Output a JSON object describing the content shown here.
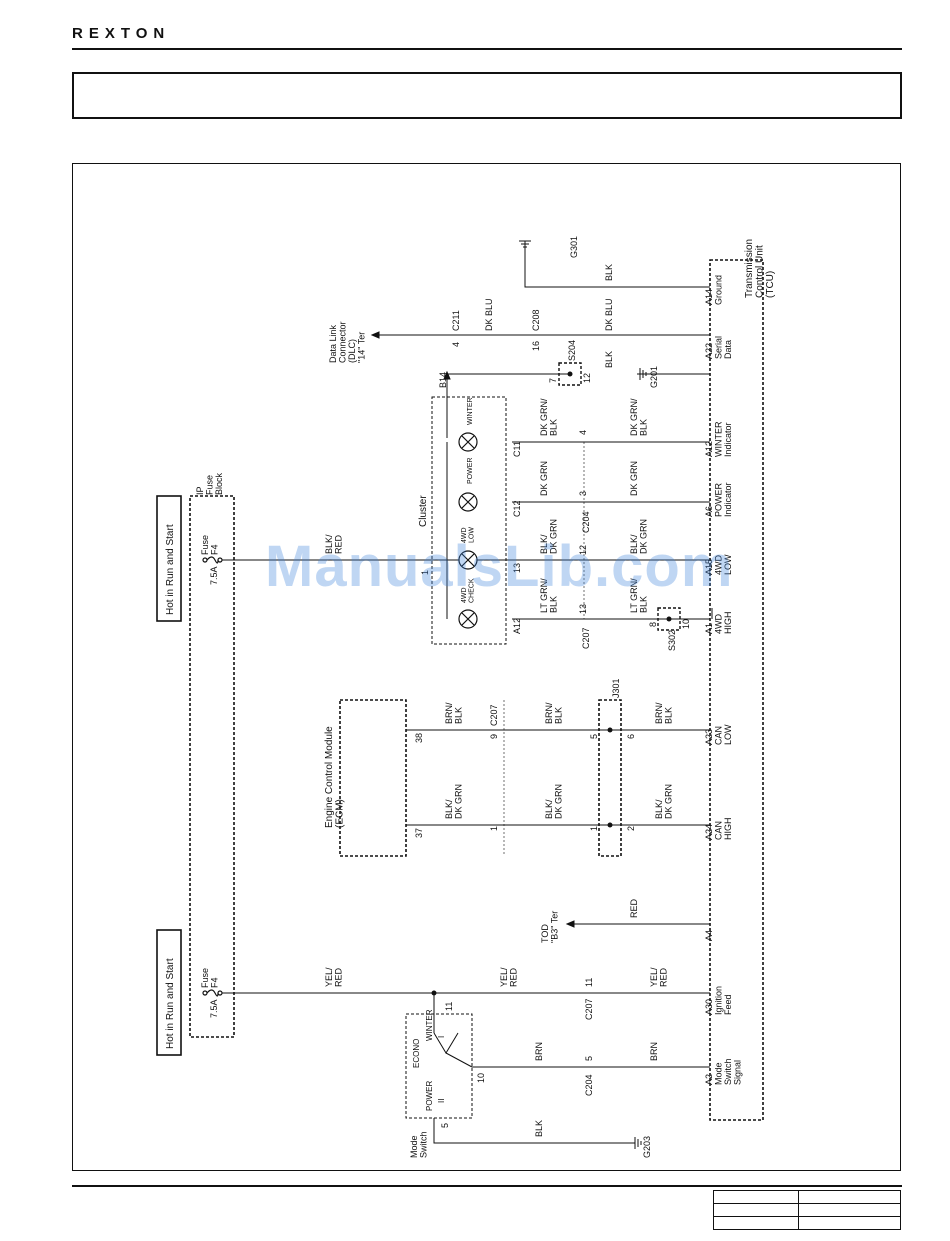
{
  "header": {
    "logo_text": "REXTON"
  },
  "watermark": "ManualsLib.com",
  "texts": {
    "tcu": [
      "Transmission",
      "Control Unit",
      "(TCU)"
    ],
    "ecm": [
      "Engine Control Module",
      "(ECM)"
    ],
    "cluster": "Cluster",
    "dlc": [
      "Data Link",
      "Connector",
      "(DLC)",
      "\"14\" Ter"
    ],
    "tod": [
      "TOD",
      "\"B3\" Ter"
    ],
    "ipfuse": [
      "IP",
      "Fuse",
      "Block"
    ],
    "hot1": "Hot in Run and Start",
    "hot2": "Hot in Run and Start",
    "fuse1": [
      "Fuse",
      "F4"
    ],
    "fuse2": [
      "Fuse",
      "F4"
    ],
    "amp1": "7.5A",
    "amp2": "7.5A",
    "modesw": [
      "Mode",
      "Switch"
    ],
    "lamp_winter": "WINTER",
    "lamp_power": "POWER",
    "lamp_4wdlow": [
      "4WD",
      "LOW"
    ],
    "lamp_4wdcheck": [
      "4WD",
      "CHECK"
    ],
    "sw_econo": "ECONO",
    "sw_winter": "WINTER",
    "sw_power": "POWER",
    "sw_i": "I",
    "sw_ii": "II",
    "wires": {
      "blk": "BLK",
      "dkblu": "DK BLU",
      "dkgrnblk": [
        "DK GRN/",
        "BLK"
      ],
      "dkgrn": "DK GRN",
      "ltgrnblk": [
        "LT GRN/",
        "BLK"
      ],
      "blkdkgrn": [
        "BLK/",
        "DK GRN"
      ],
      "brnblk": [
        "BRN/",
        "BLK"
      ],
      "blkred": [
        "BLK/",
        "RED"
      ],
      "yelred": [
        "YEL/",
        "RED"
      ],
      "red": "RED",
      "brn": "BRN"
    },
    "pins": {
      "a14": [
        "A14",
        "Ground"
      ],
      "a22": [
        "A22",
        "Serial",
        "Data"
      ],
      "a12": [
        "A12",
        "WINTER",
        "Indicator"
      ],
      "a6": [
        "A6",
        "POWER",
        "Indicator"
      ],
      "a15": [
        "A15",
        "4WD",
        "LOW"
      ],
      "a1": [
        "A1",
        "4WD",
        "HIGH"
      ],
      "a23": [
        "A23",
        "CAN",
        "LOW"
      ],
      "a24": [
        "A24",
        "CAN",
        "HIGH"
      ],
      "a4": "A4",
      "a30": [
        "A30",
        "Ignition",
        "Feed"
      ],
      "a2": [
        "A2",
        "Mode",
        "Switch",
        "Signal"
      ]
    },
    "conn": {
      "g301": "G301",
      "g201": "G201",
      "g203": "G203",
      "c211": "C211",
      "c208": "C208",
      "s204": "S204",
      "c207": "C207",
      "c204": "C204",
      "s302": "S302",
      "j301": "J301",
      "c11": "C11",
      "c12": "C12",
      "a12c": "A12",
      "b14": "B14",
      "c13": "13"
    },
    "nums": {
      "n4": "4",
      "n16": "16",
      "n7": "7",
      "n12a": "12",
      "n4b": "4",
      "n3": "3",
      "n12b": "12",
      "n13": "13",
      "n8": "8",
      "n10": "10",
      "n38": "38",
      "n37": "37",
      "n9": "9",
      "n1a": "1",
      "n5": "5",
      "n6": "6",
      "n1b": "1",
      "n2": "2",
      "n11a": "11",
      "n11b": "11",
      "n5b": "5",
      "n10b": "10",
      "n5c": "5",
      "n1c": "1"
    }
  },
  "colors": {
    "line": "#111111",
    "watermark": "#3c82dc"
  }
}
